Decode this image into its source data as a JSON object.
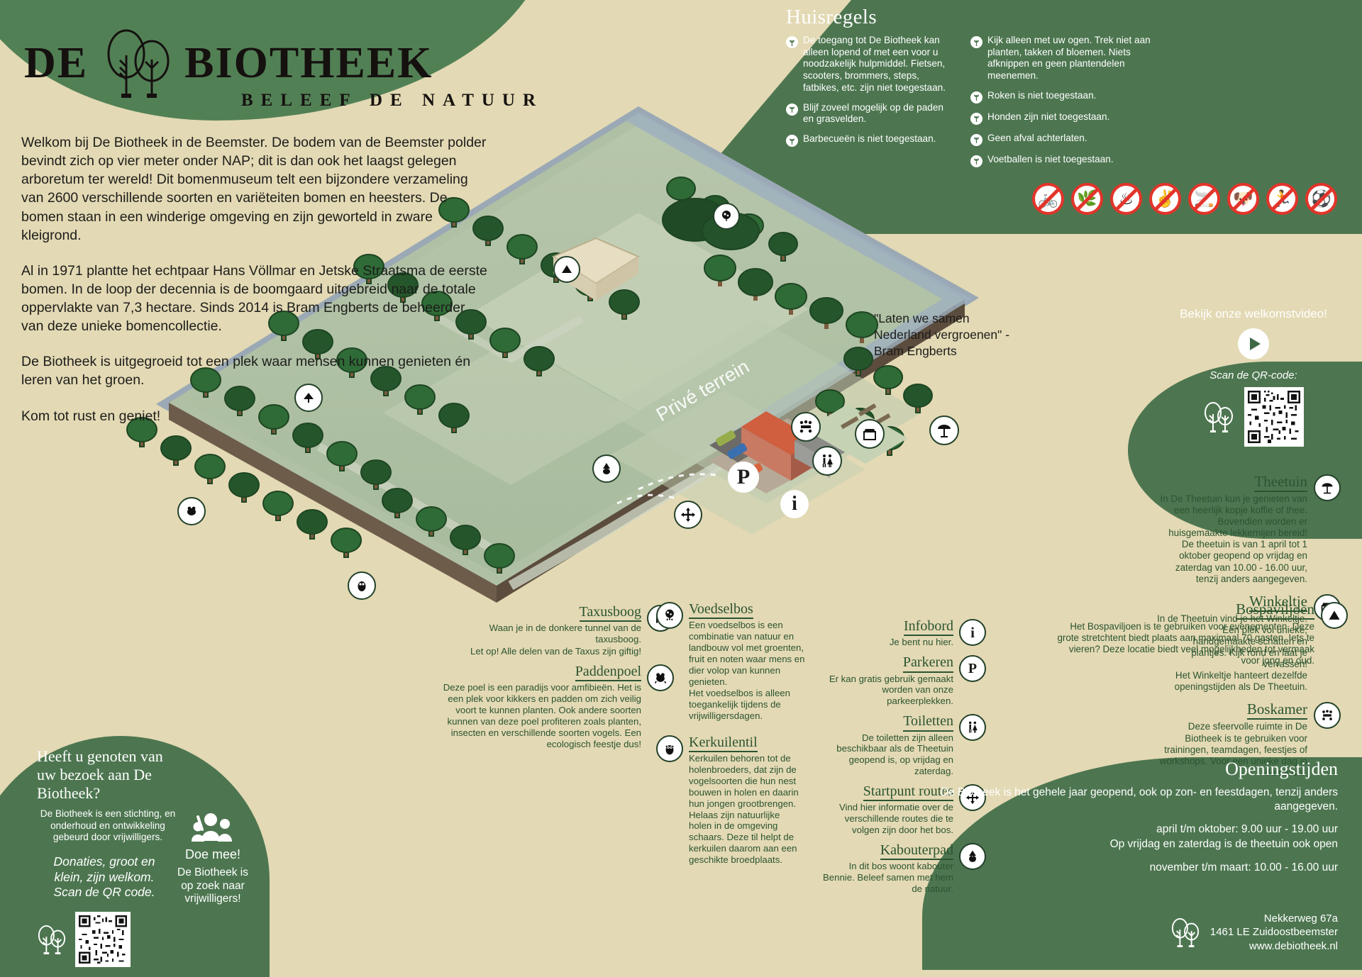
{
  "brand": {
    "word_de": "DE",
    "word_biotheek": "BIOTHEEK",
    "tagline": "BELEEF DE NATUUR"
  },
  "intro": {
    "p1": "Welkom bij De Biotheek in de Beemster. De bodem van de Beemster polder bevindt zich op vier meter onder NAP; dit is dan ook het laagst gelegen arboretum ter wereld! Dit bomenmuseum telt een bijzondere verzameling van 2600 verschillende soorten en variëteiten bomen en heesters. De bomen staan in een winderige omgeving en zijn geworteld in zware kleigrond.",
    "p2": "Al in 1971 plantte het echtpaar Hans Völlmar en Jetske Straatsma de eerste bomen. In de loop der decennia is de boomgaard uitgebreid naar de totale oppervlakte van 7,3 hectare. Sinds 2014 is Bram Engberts de beheerder van deze unieke bomencollectie.",
    "p3": "De Biotheek is uitgegroeid tot een plek waar mensen kunnen genieten én leren van het groen.",
    "p4": "Kom tot rust en geniet!"
  },
  "rules": {
    "title": "Huisregels",
    "left": [
      "De toegang tot De Biotheek kan alleen lopend of met een voor u noodzakelijk hulpmiddel. Fietsen, scooters, brommers, steps, fatbikes, etc. zijn niet toegestaan.",
      "Blijf zoveel mogelijk op de paden en grasvelden.",
      "Barbecueën is niet toegestaan."
    ],
    "right": [
      "Kijk alleen met uw ogen. Trek niet aan planten, takken of bloemen. Niets afknippen en geen plantendelen meenemen.",
      "Roken is niet toegestaan.",
      "Honden zijn niet toegestaan.",
      "Geen afval achterlaten.",
      "Voetballen is niet toegestaan."
    ],
    "prohibited_icons": [
      "no-bicycles-icon",
      "no-picking-plants-icon",
      "no-barbecue-icon",
      "no-plant-picking-icon",
      "no-smoking-icon",
      "no-dogs-icon",
      "no-littering-icon",
      "no-football-icon"
    ]
  },
  "quote": {
    "text": "\"Laten we samen Nederland vergroenen\" - Bram Engberts"
  },
  "video": {
    "title": "Bekijk onze welkomstvideo!",
    "scan": "Scan de QR-code:",
    "play_icon": "play-icon"
  },
  "map": {
    "private_label": "Privé terrein"
  },
  "legend_right": [
    {
      "title": "Theetuin",
      "icon": "parasol-icon",
      "text": "In De Theetuin kun je genieten van een heerlijk kopje koffie of thee. Bovendien worden er huisgemaakte lekkernijen bereid!",
      "italic": "De theetuin is van 1 april tot 1 oktober geopend op vrijdag en zaterdag van 10.00 - 16.00 uur, tenzij anders aangegeven."
    },
    {
      "title": "Winkeltje",
      "icon": "shop-icon",
      "text": "In de Theetuin vind je het Winkeltje. Een plek vol unieke, handgemaakte schatten en plantjes. Kijk rond en laat je verrassen!",
      "italic": "Het Winkeltje hanteert dezelfde openingstijden als De Theetuin."
    },
    {
      "title": "Boskamer",
      "icon": "meeting-table-icon",
      "text": "Deze sfeervolle ruimte in De Biotheek is te gebruiken voor trainingen, teamdagen, feestjes of workshops. Voor een unieke dag in de natuur.",
      "italic": ""
    },
    {
      "title": "Bospaviljoen",
      "icon": "tent-icon",
      "text": "Het Bospaviljoen is te gebruiken voor evenementen. Deze grote stretchtent biedt plaats aan maximaal 70 gasten. Iets te vieren? Deze locatie biedt veel mogelijkheden tot vermaak voor jong en oud.",
      "italic": ""
    }
  ],
  "legend_mid_left": [
    {
      "title": "Taxusboog",
      "icon": "arch-icon",
      "text": "Waan je in de donkere tunnel van de taxusboog.",
      "italic": "Let op! Alle delen van de Taxus zijn giftig!"
    },
    {
      "title": "Paddenpoel",
      "icon": "frog-icon",
      "text": "Deze poel is een paradijs voor amfibieën. Het is een plek voor kikkers en padden om zich veilig voort te kunnen planten. Ook andere soorten kunnen van deze poel profiteren zoals planten, insecten en verschillende soorten vogels. Een ecologisch feestje dus!",
      "italic": ""
    }
  ],
  "legend_mid_right": [
    {
      "title": "Voedselbos",
      "icon": "berry-bush-icon",
      "text": "Een voedselbos is een combinatie van natuur en landbouw vol met groenten, fruit en noten waar mens en dier volop van kunnen genieten.",
      "italic": "Het voedselbos is alleen toegankelijk tijdens de vrijwilligersdagen."
    },
    {
      "title": "Kerkuilentil",
      "icon": "owl-icon",
      "text": "Kerkuilen behoren tot de holenbroeders, dat zijn de vogelsoorten die hun nest bouwen in holen en daarin hun jongen grootbrengen. Helaas zijn natuurlijke holen in de omgeving schaars. Deze til helpt de kerkuilen daarom aan een geschikte broedplaats.",
      "italic": ""
    }
  ],
  "legend_facilities": [
    {
      "title": "Infobord",
      "icon": "info-icon",
      "text": "",
      "italic": "Je bent nu hier."
    },
    {
      "title": "Parkeren",
      "icon": "parking-icon",
      "text": "Er kan gratis gebruik gemaakt worden van onze parkeerplekken.",
      "italic": ""
    },
    {
      "title": "Toiletten",
      "icon": "toilets-icon",
      "text": "",
      "italic": "De toiletten zijn alleen beschikbaar als de Theetuin geopend is, op vrijdag en zaterdag."
    },
    {
      "title": "Startpunt routes",
      "icon": "routes-icon",
      "text": "Vind hier informatie over de verschillende routes die te volgen zijn door het bos.",
      "italic": ""
    },
    {
      "title": "Kabouterpad",
      "icon": "gnome-icon",
      "text": "",
      "italic": "In dit bos woont kabouter Bennie. Beleef samen met hem de natuur."
    }
  ],
  "donate": {
    "heading": "Heeft u genoten van uw bezoek aan De Biotheek?",
    "body": "De Biotheek is een stichting, en onderhoud en ontwikkeling gebeurd door vrijwilligers.",
    "italic": "Donaties, groot en klein, zijn welkom. Scan de QR code.",
    "join_title": "Doe mee!",
    "join_text": "De Biotheek is op zoek naar vrijwilligers!",
    "people_icon": "people-icon"
  },
  "opening": {
    "title": "Openingstijden",
    "line1": "De Biotheek is het gehele jaar geopend, ook op zon- en feestdagen, tenzij anders aangegeven.",
    "line2": "april t/m oktober: 9.00 uur - 19.00 uur",
    "line3": "Op vrijdag en zaterdag is de theetuin ook open",
    "line4": "november t/m maart: 10.00 - 16.00 uur"
  },
  "address": {
    "line1": "Nekkerweg 67a",
    "line2": "1461 LE Zuidoostbeemster",
    "line3": "www.debiotheek.nl",
    "icon": "tree-logo-icon"
  },
  "colors": {
    "cream": "#e3d9b4",
    "green_dark": "#2b5431",
    "green_mid": "#4d7650",
    "green_light": "#528055",
    "red": "#e2342a",
    "white": "#ffffff"
  }
}
